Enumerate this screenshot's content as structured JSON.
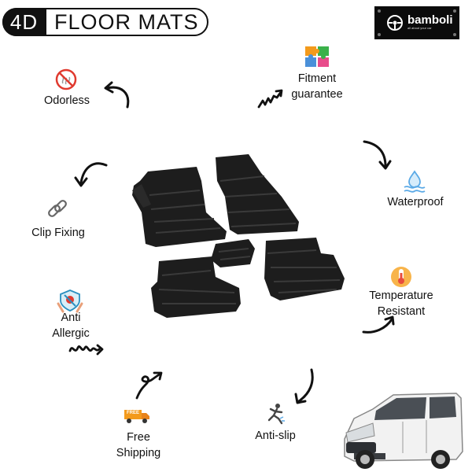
{
  "header": {
    "badge": "4D",
    "title": "FLOOR MATS"
  },
  "logo": {
    "brand": "bamboli",
    "tagline": "all about your car"
  },
  "features": {
    "odorless": "Odorless",
    "fitment": [
      "Fitment",
      "guarantee"
    ],
    "clip_fixing": "Clip Fixing",
    "waterproof": "Waterproof",
    "anti_allergic": [
      "Anti",
      "Allergic"
    ],
    "temperature": [
      "Temperature",
      "Resistant"
    ],
    "free_shipping": [
      "Free",
      "Shipping"
    ],
    "free_badge": "FREE",
    "anti_slip": "Anti-slip"
  },
  "colors": {
    "mat": "#1d1d1d",
    "accent_orange": "#f39a1c",
    "water_blue": "#5aa9e6",
    "odor_red": "#e03a2f"
  }
}
